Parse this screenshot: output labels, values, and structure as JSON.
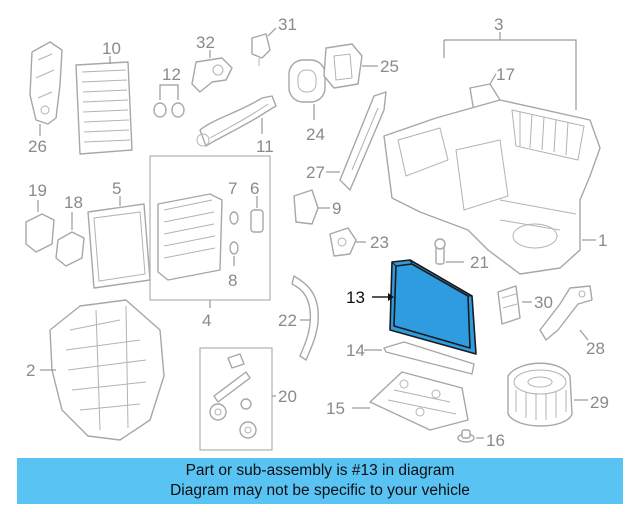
{
  "diagram": {
    "callouts": {
      "c1": "1",
      "c2": "2",
      "c3": "3",
      "c4": "4",
      "c5": "5",
      "c6": "6",
      "c7": "7",
      "c8": "8",
      "c9": "9",
      "c10": "10",
      "c11": "11",
      "c12": "12",
      "c13": "13",
      "c14": "14",
      "c15": "15",
      "c16": "16",
      "c17": "17",
      "c18": "18",
      "c19": "19",
      "c20": "20",
      "c21": "21",
      "c22": "22",
      "c23": "23",
      "c24": "24",
      "c25": "25",
      "c26": "26",
      "c27": "27",
      "c28": "28",
      "c29": "29",
      "c30": "30",
      "c31": "31",
      "c32": "32"
    },
    "highlighted_part": "13",
    "highlight_color": "#2f9ce0"
  },
  "banner": {
    "line1": "Part or sub-assembly is #13 in diagram",
    "line2": "Diagram may not be specific to your vehicle",
    "background": "#59c3f4"
  }
}
